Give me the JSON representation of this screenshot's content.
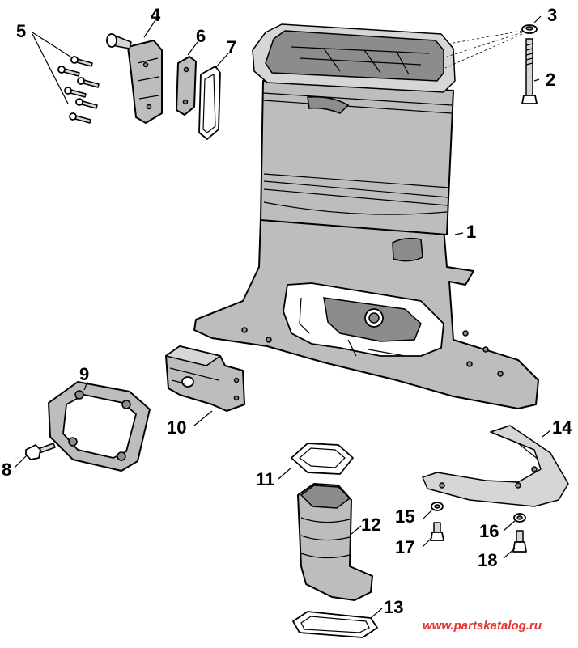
{
  "callouts": {
    "c1": "1",
    "c2": "2",
    "c3": "3",
    "c4": "4",
    "c5": "5",
    "c6": "6",
    "c7": "7",
    "c8": "8",
    "c9": "9",
    "c10": "10",
    "c11": "11",
    "c12": "12",
    "c13": "13",
    "c14": "14",
    "c15": "15",
    "c16": "16",
    "c17": "17",
    "c18": "18"
  },
  "watermark": "www.partskatalog.ru",
  "colors": {
    "part_fill": "#bdbdbd",
    "part_dark": "#8c8c8c",
    "watermark": "#e3342f"
  }
}
